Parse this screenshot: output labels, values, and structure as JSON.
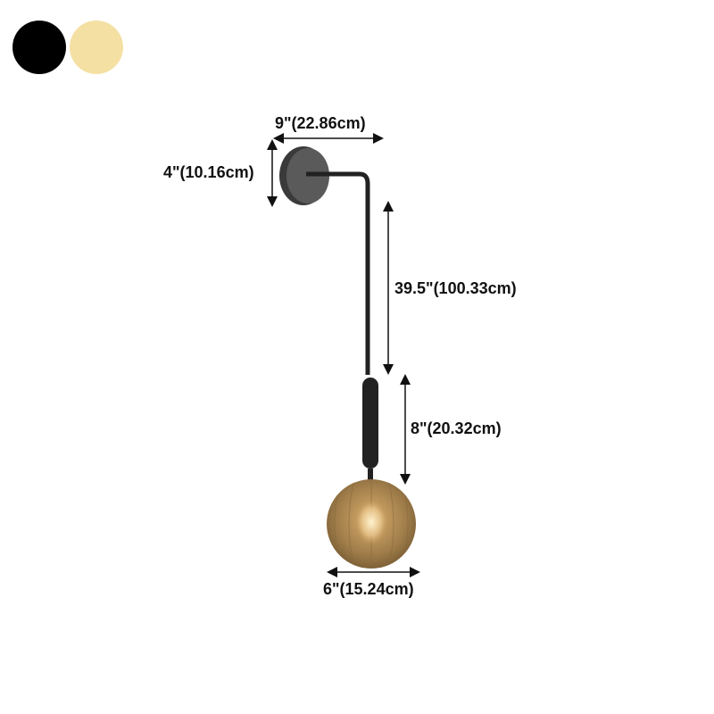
{
  "color_options": [
    {
      "name": "Black",
      "hex": "#000000"
    },
    {
      "name": "Gold",
      "hex": "#f5e0a4"
    }
  ],
  "product": {
    "type": "wall sconce with globe shade",
    "arm_color": "#2b2b2b",
    "shade_color": "#a5834f"
  },
  "dimensions": {
    "arm_width": "9\"(22.86cm)",
    "backplate_height": "4\"(10.16cm)",
    "rod_length": "39.5\"(100.33cm)",
    "holder_length": "8\"(20.32cm)",
    "shade_diameter": "6\"(15.24cm)"
  }
}
